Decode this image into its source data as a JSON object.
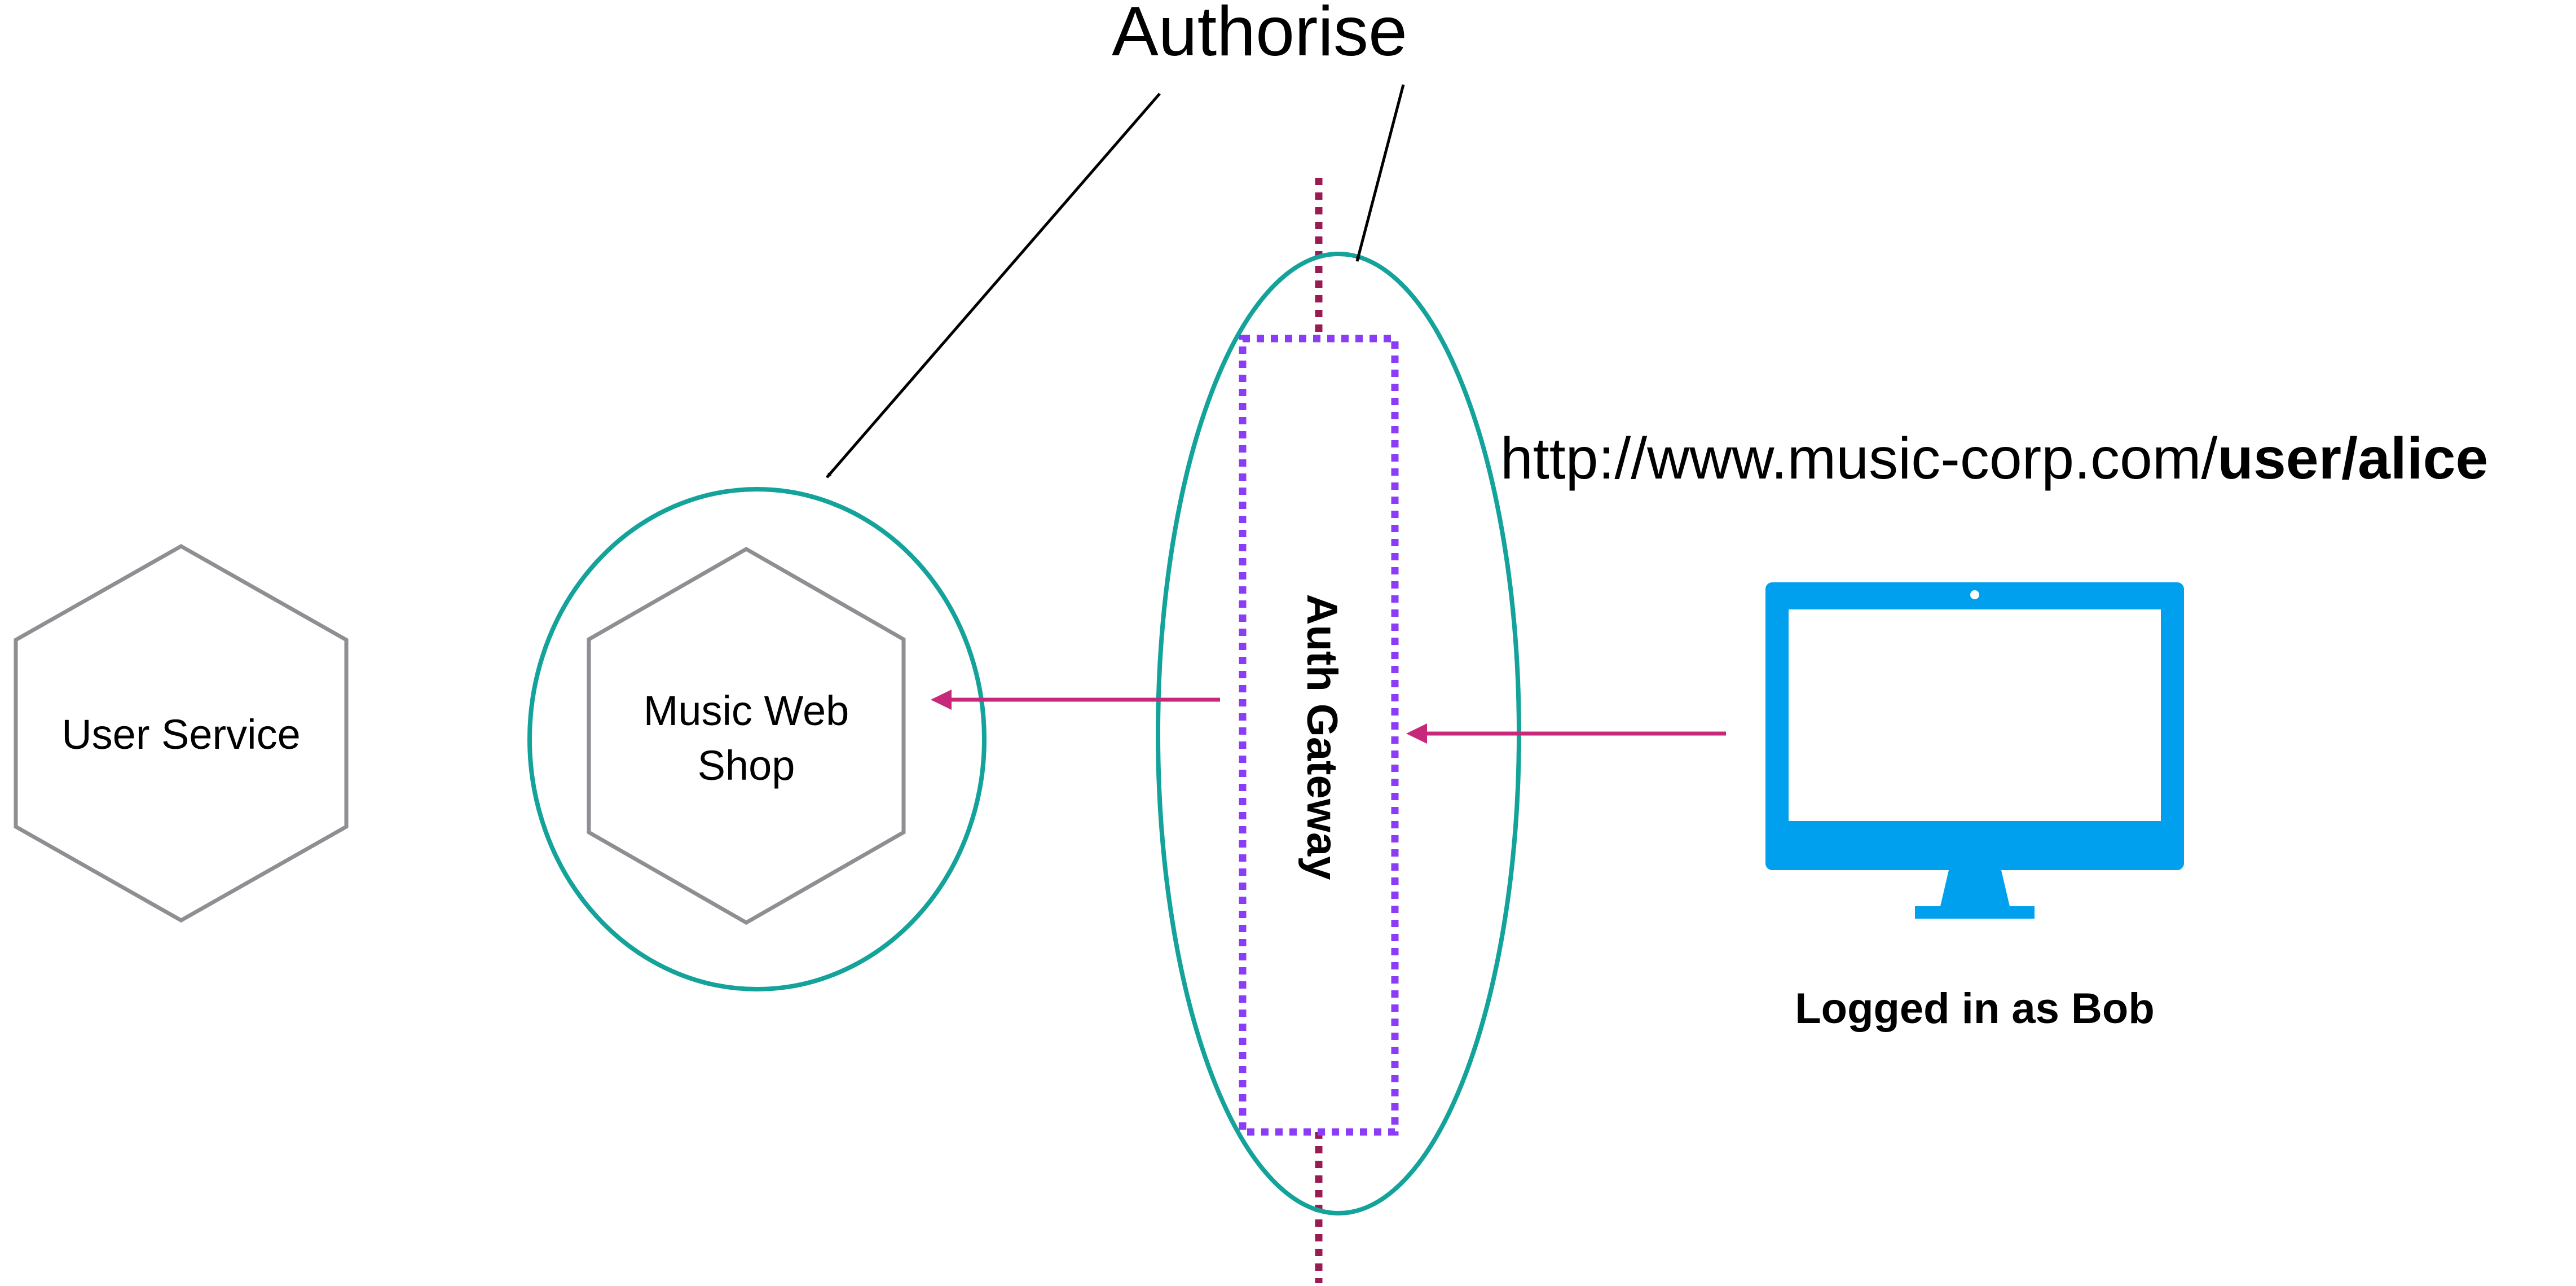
{
  "title": "Authorise",
  "url": {
    "prefix": "http://www.music-corp.com/",
    "bold_path": "user/alice"
  },
  "nodes": {
    "user_service": "User Service",
    "music_web_shop": [
      "Music Web",
      "Shop"
    ],
    "auth_gateway": "Auth Gateway"
  },
  "client_caption": "Logged in as Bob",
  "icons": {
    "client": "desktop-monitor-icon"
  },
  "colors": {
    "background": "#ffffff",
    "hexagon_stroke": "#8e8e93",
    "teal_ellipse": "#14a39a",
    "gateway_box": "#8b3cf7",
    "boundary_line": "#9a1a52",
    "request_arrow": "#c8287a",
    "annotation_arrow": "#000000",
    "monitor": "#00a0ef",
    "text": "#000000"
  }
}
